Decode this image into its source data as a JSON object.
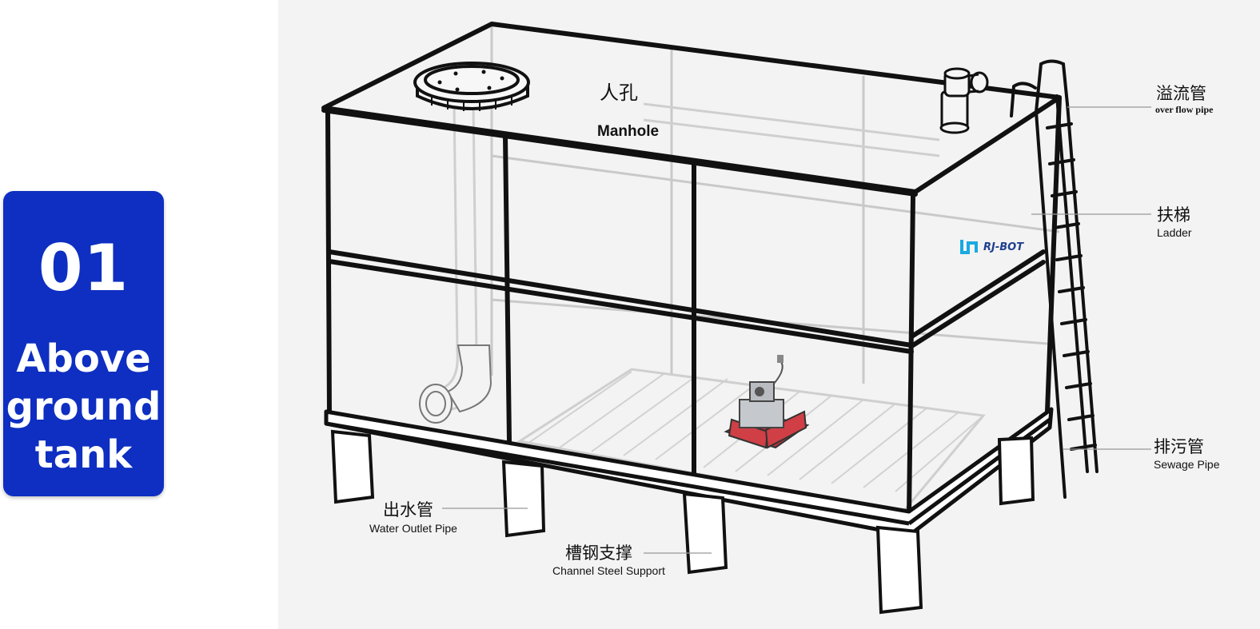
{
  "badge": {
    "number": "01",
    "title_line1": "Above",
    "title_line2": "ground",
    "title_line3": "tank",
    "color": "#0e2fc1"
  },
  "brand": {
    "logo_text": "RJ-BOT",
    "logo_color": "#1aa9e0"
  },
  "labels": {
    "manhole": {
      "zh": "人孔",
      "en": "Manhole"
    },
    "overflow": {
      "zh": "溢流管",
      "en": "over flow pipe"
    },
    "ladder": {
      "zh": "扶梯",
      "en": "Ladder"
    },
    "sewage": {
      "zh": "排污管",
      "en": "Sewage Pipe"
    },
    "outlet": {
      "zh": "出水管",
      "en": "Water Outlet Pipe"
    },
    "support": {
      "zh": "槽钢支撑",
      "en": "Channel Steel Support"
    }
  },
  "icons": [
    "water-tank-illustration",
    "crawler-robot-icon",
    "rj-bot-logo-icon"
  ]
}
